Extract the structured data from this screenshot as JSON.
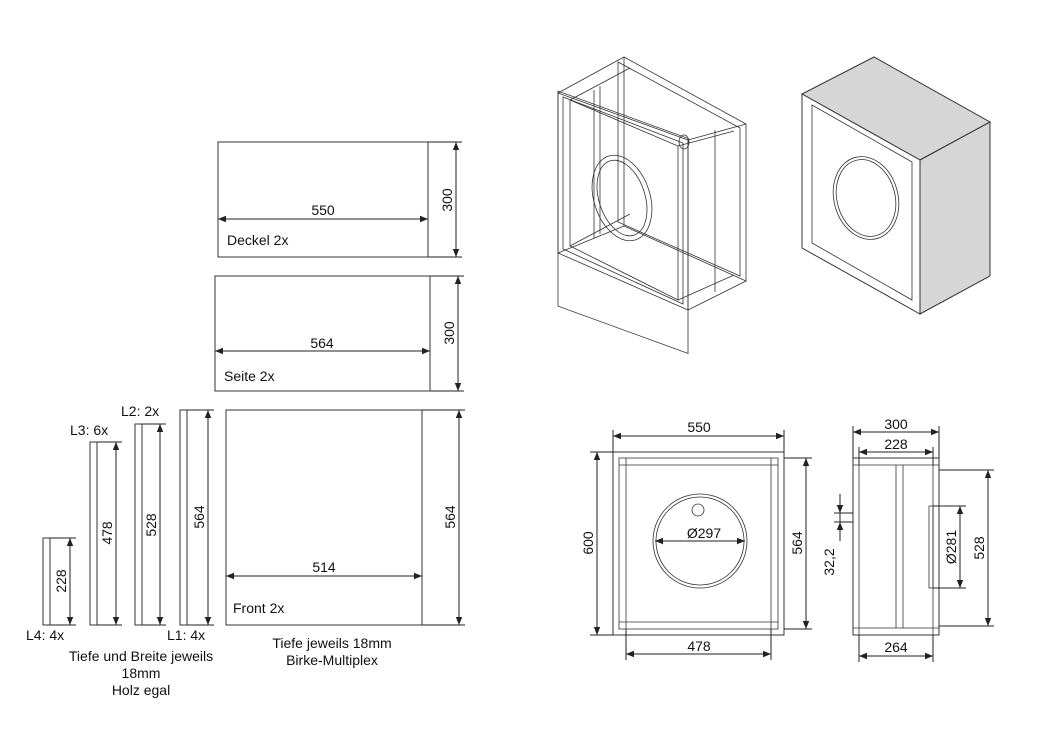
{
  "panels": {
    "deckel": {
      "label": "Deckel 2x",
      "width": "550",
      "height": "300"
    },
    "seite": {
      "label": "Seite 2x",
      "width": "564",
      "height": "300"
    },
    "front": {
      "label": "Front 2x",
      "width": "514",
      "height": "564"
    }
  },
  "strips": {
    "l1": {
      "label": "L1: 4x",
      "length": "564"
    },
    "l2": {
      "label": "L2: 2x",
      "length": "528"
    },
    "l3": {
      "label": "L3: 6x",
      "length": "478"
    },
    "l4": {
      "label": "L4: 4x",
      "length": "228"
    }
  },
  "notes": {
    "strips_line1": "Tiefe und Breite jeweils",
    "strips_line2": "18mm",
    "strips_line3": "Holz egal",
    "panels_line1": "Tiefe jeweils 18mm",
    "panels_line2": "Birke-Multiplex"
  },
  "front_view": {
    "width_top": "550",
    "width_bottom": "478",
    "height_outer": "600",
    "height_inner": "564",
    "hole": "Ø297"
  },
  "side_view": {
    "depth_outer": "300",
    "depth_inner": "228",
    "depth_bottom": "264",
    "height_inner": "528",
    "ring": "Ø281",
    "offset": "32,2"
  }
}
